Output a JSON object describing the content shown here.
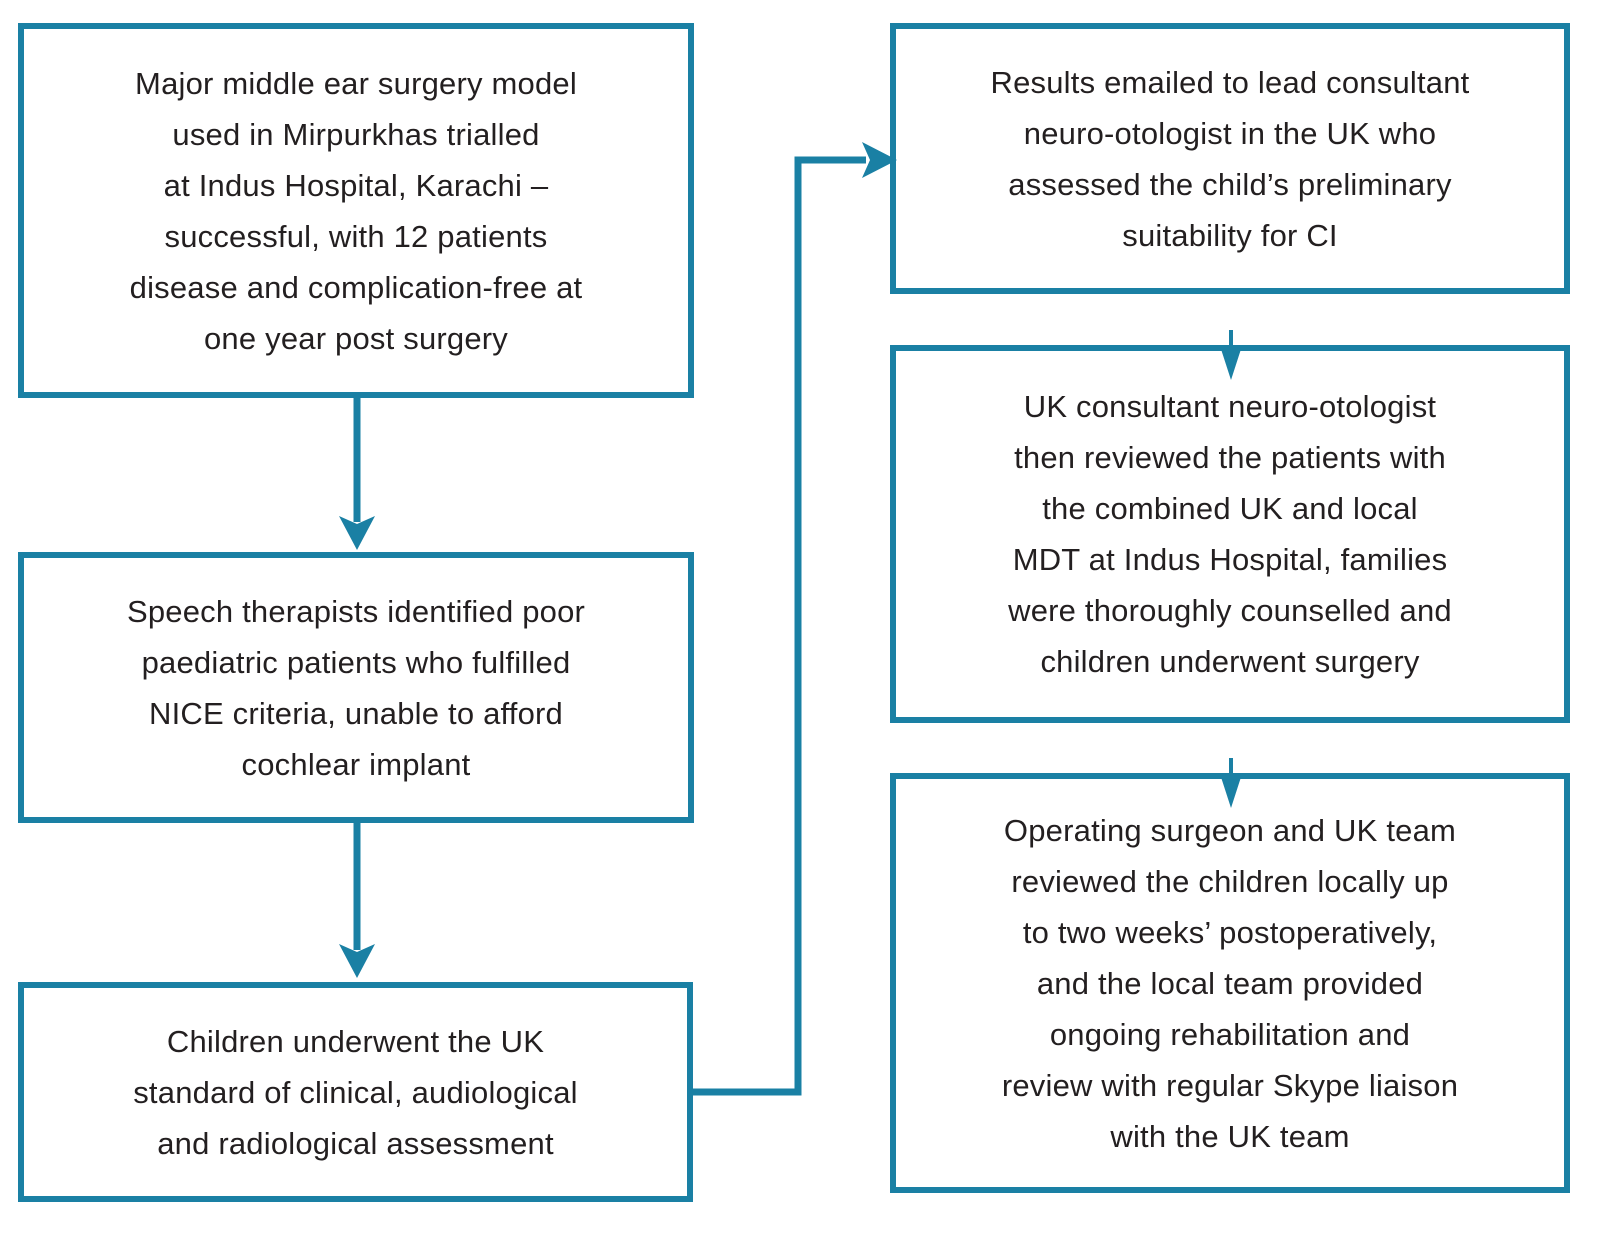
{
  "colors": {
    "accent": "#1a80a4",
    "text": "#231f20",
    "box_background": "#ffffff"
  },
  "flowchart": {
    "boxes": [
      {
        "id": "surgery-model",
        "text": "Major middle ear surgery model\nused in Mirpurkhas trialled\nat Indus Hospital, Karachi –\nsuccessful, with 12 patients\ndisease and complication-free at\none year post surgery"
      },
      {
        "id": "speech-therapists",
        "text": "Speech therapists identified poor\npaediatric patients who fulfilled\nNICE criteria, unable to afford\ncochlear implant"
      },
      {
        "id": "uk-assessment",
        "text": "Children underwent the UK\nstandard of clinical, audiological\nand radiological assessment"
      },
      {
        "id": "results-emailed",
        "text": "Results emailed to lead consultant\nneuro-otologist in the UK who\nassessed the child’s preliminary\nsuitability for CI"
      },
      {
        "id": "mdt-review",
        "text": "UK consultant neuro-otologist\nthen reviewed the patients with\nthe combined UK and local\nMDT at Indus Hospital, families\nwere thoroughly counselled and\nchildren underwent surgery"
      },
      {
        "id": "postop-review",
        "text": "Operating surgeon and UK team\nreviewed the children locally up\nto two weeks’ postoperatively,\nand the local team provided\nongoing rehabilitation and\nreview with regular Skype liaison\nwith the UK team"
      }
    ],
    "connections": [
      {
        "from": "surgery-model",
        "to": "speech-therapists",
        "shape": "straight-down"
      },
      {
        "from": "speech-therapists",
        "to": "uk-assessment",
        "shape": "straight-down"
      },
      {
        "from": "uk-assessment",
        "to": "results-emailed",
        "shape": "elbow-right-up-right"
      },
      {
        "from": "results-emailed",
        "to": "mdt-review",
        "shape": "straight-down"
      },
      {
        "from": "mdt-review",
        "to": "postop-review",
        "shape": "straight-down"
      }
    ]
  }
}
